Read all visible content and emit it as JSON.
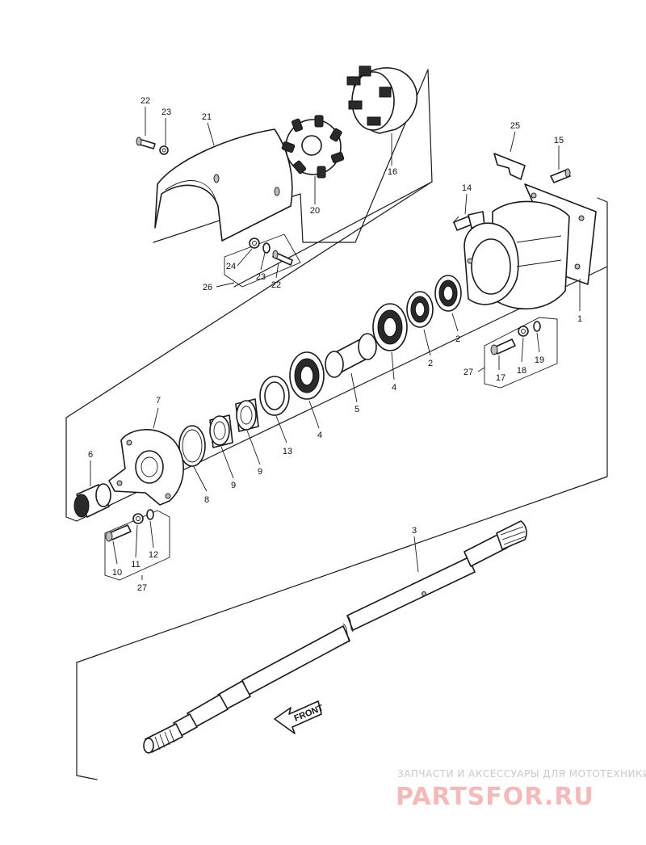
{
  "diagram": {
    "callouts": {
      "n22a": "22",
      "n23a": "23",
      "n21": "21",
      "n20": "20",
      "n16": "16",
      "n24": "24",
      "n23b": "23",
      "n22b": "22",
      "n26": "26",
      "n25": "25",
      "n15": "15",
      "n14": "14",
      "n1": "1",
      "n2a": "2",
      "n2b": "2",
      "n4a": "4",
      "n5": "5",
      "n27a": "27",
      "n17": "17",
      "n18": "18",
      "n19": "19",
      "n7": "7",
      "n6": "6",
      "n8": "8",
      "n9a": "9",
      "n9b": "9",
      "n13": "13",
      "n4b": "4",
      "n10": "10",
      "n11": "11",
      "n12": "12",
      "n27b": "27",
      "n3": "3"
    },
    "front_marker": "FRONT"
  },
  "watermark": {
    "tagline": "ЗАПЧАСТИ И АКСЕССУАРЫ ДЛЯ МОТОТЕХНИКИ",
    "brand": "PARTSFOR.RU"
  }
}
